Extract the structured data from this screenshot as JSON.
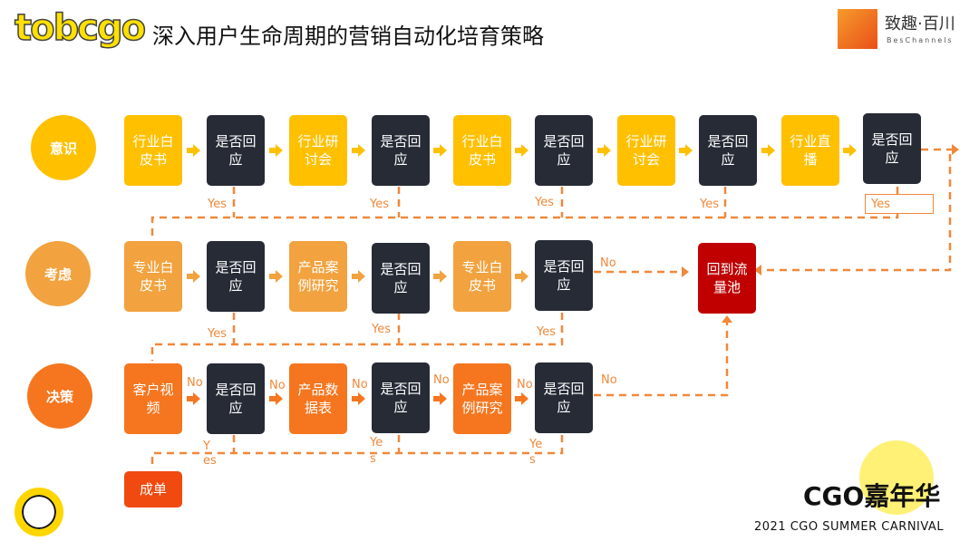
{
  "header": {
    "logo": "tobcgo",
    "title": "深入用户生命周期的营销自动化培育策略",
    "partner_logo_cn": "致趣·百川",
    "partner_logo_en": "BesChannels"
  },
  "stages": [
    "意识",
    "考虑",
    "决策"
  ],
  "row1": [
    "行业白皮书",
    "是否回应",
    "行业研讨会",
    "是否回应",
    "行业白皮书",
    "是否回应",
    "行业研讨会",
    "是否回应",
    "行业直播",
    "是否回应"
  ],
  "row2": [
    "专业白皮书",
    "是否回应",
    "产品案例研究",
    "是否回应",
    "专业白皮书",
    "是否回应"
  ],
  "row3": [
    "客户视频",
    "是否回应",
    "产品数据表",
    "是否回应",
    "产品案例研究",
    "是否回应"
  ],
  "pool": "回到流量池",
  "deal": "成单",
  "labels": {
    "yes": "Yes",
    "no": "No",
    "y": "Y",
    "es": "es",
    "ye": "Ye",
    "s": "s"
  },
  "footer": {
    "brand": "CGO嘉年华",
    "subtitle": "2021 CGO SUMMER CARNIVAL"
  },
  "colors": {
    "yellow": "#FFC000",
    "dark": "#262B36",
    "orange": "#F5761F",
    "red": "#C00000"
  }
}
